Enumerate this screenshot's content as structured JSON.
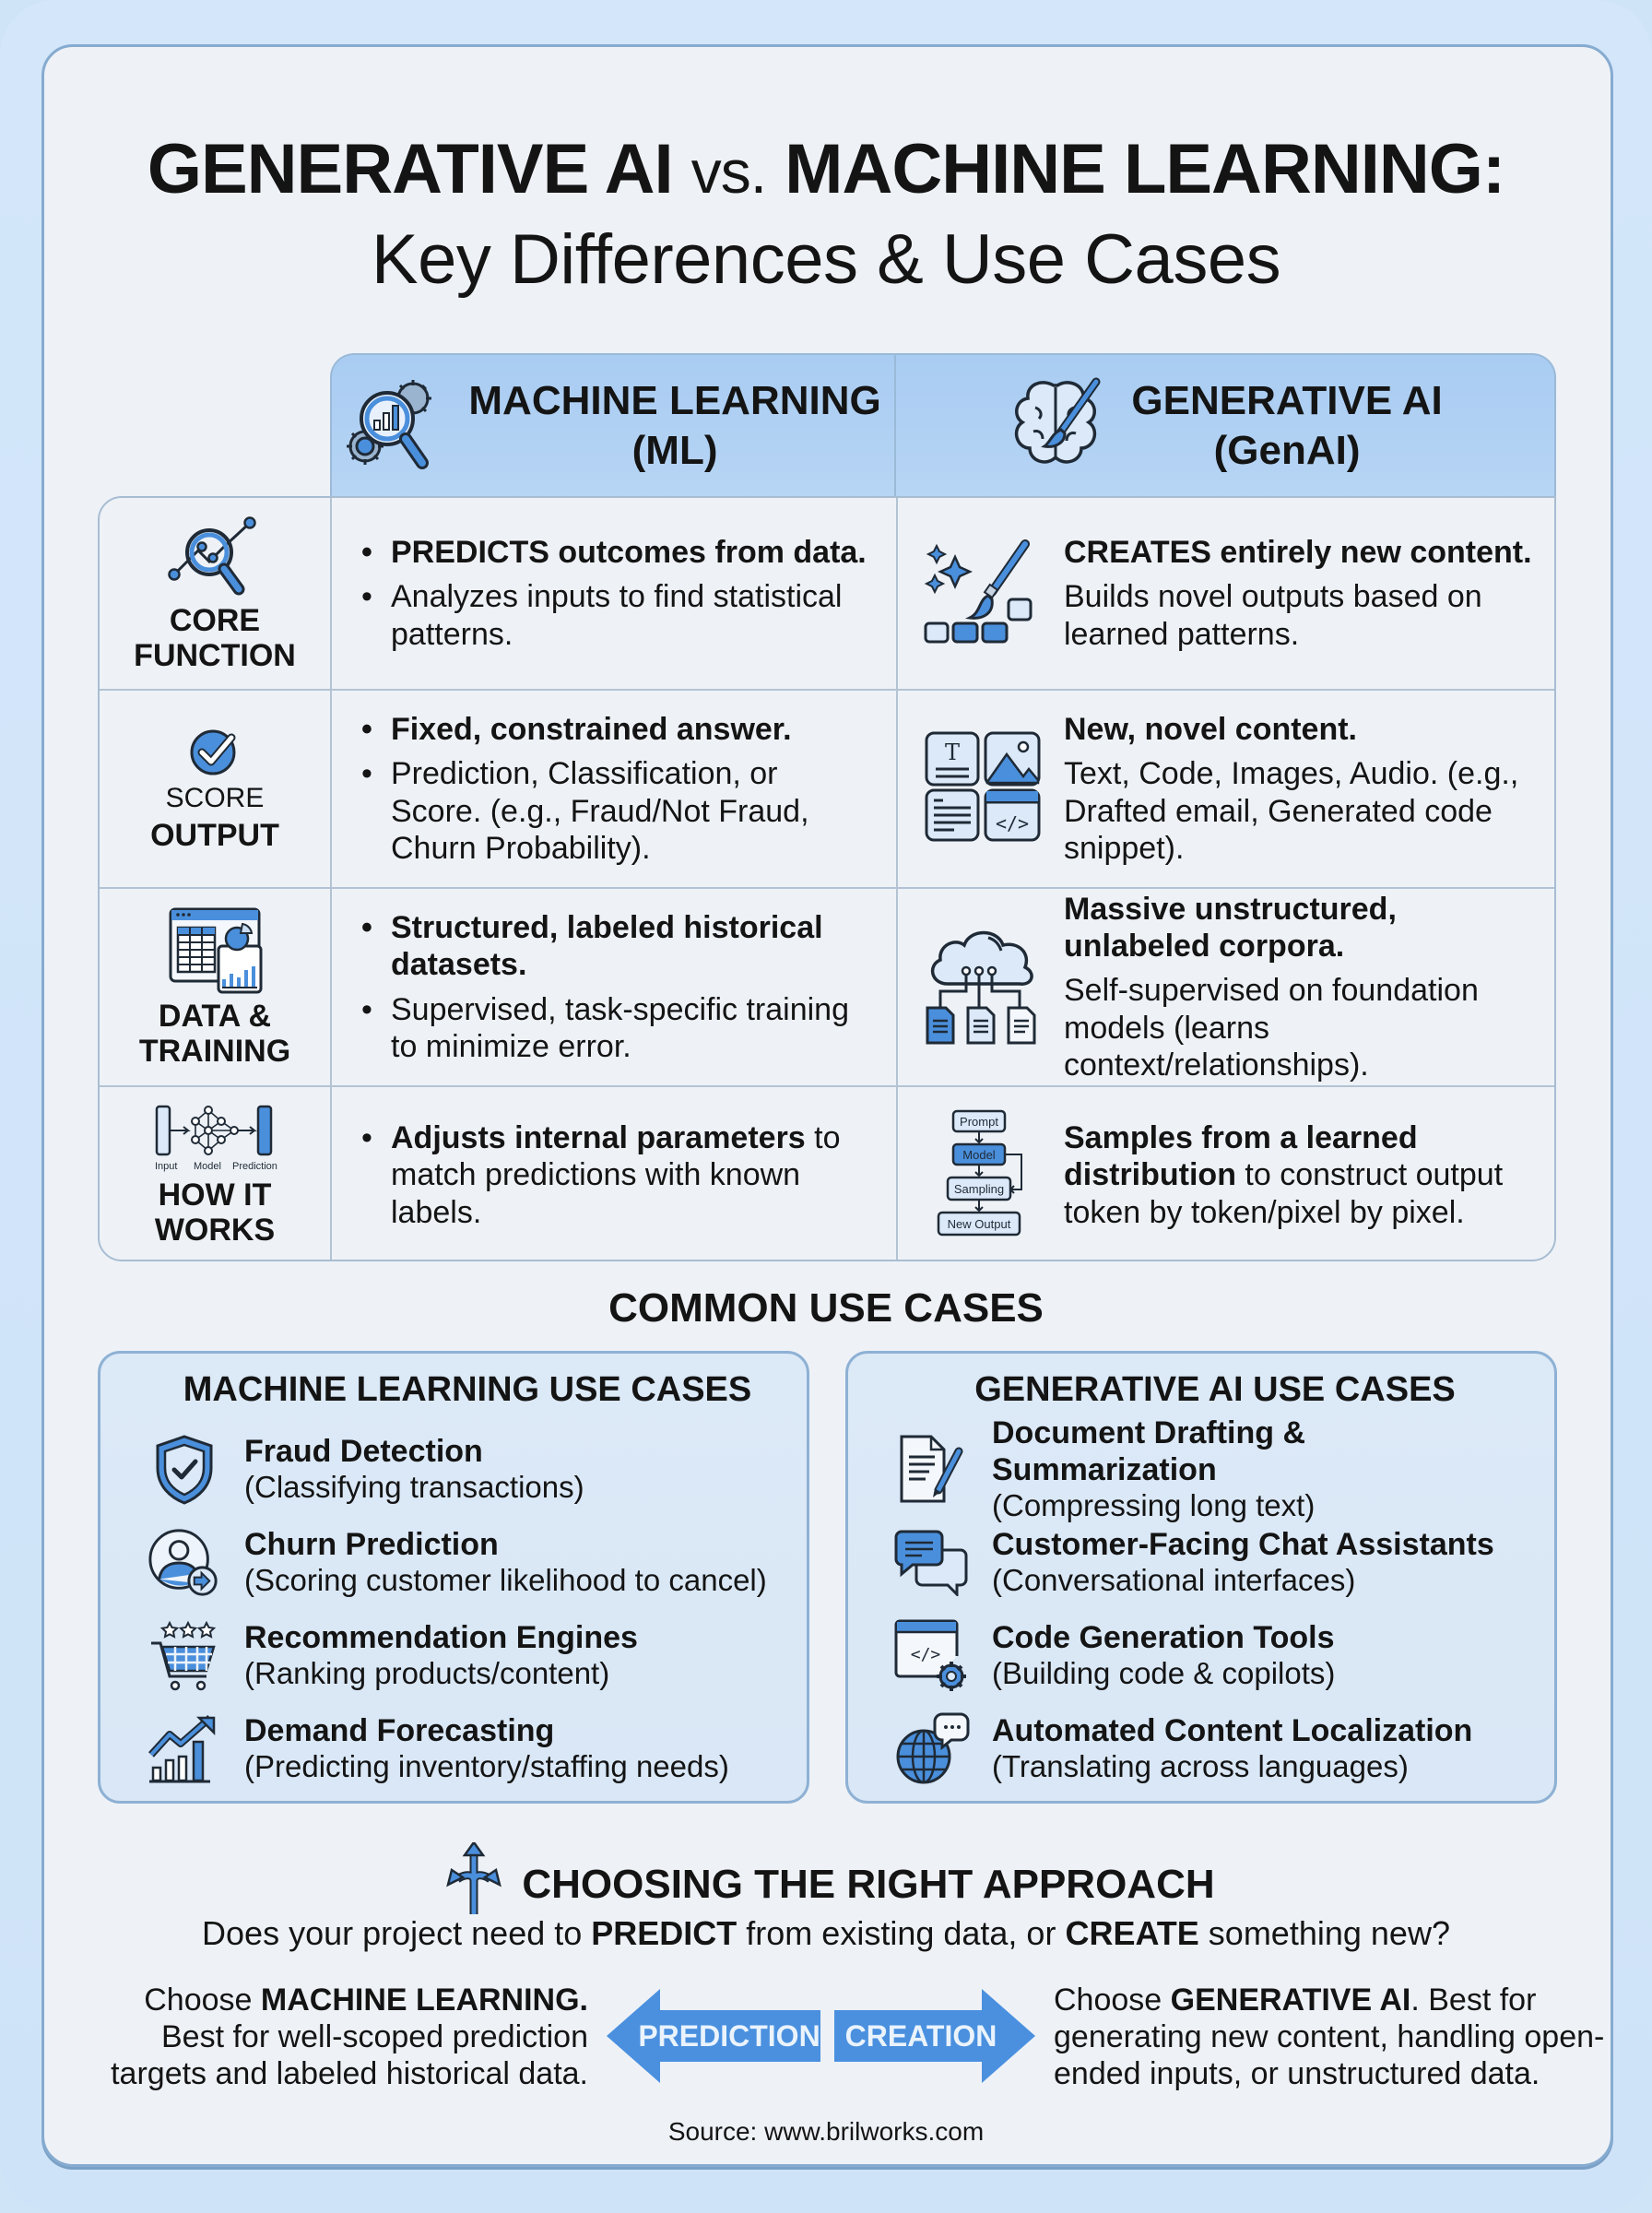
{
  "title": {
    "part1": "GENERATIVE AI",
    "vs": "vs.",
    "part2": "MACHINE LEARNING:",
    "subtitle": "Key Differences & Use Cases"
  },
  "colors": {
    "accent_blue": "#4a8fdc",
    "header_fill": "#afd0f3",
    "card_bg": "#eef2f7",
    "outer_bg": "#d0e4f8",
    "text": "#141414"
  },
  "table": {
    "columns": [
      {
        "line1": "MACHINE LEARNING",
        "line2": "(ML)",
        "icon": "magnifier-gears-icon"
      },
      {
        "line1": "GENERATIVE AI",
        "line2": "(GenAI)",
        "icon": "brain-paintbrush-icon"
      }
    ],
    "rows": [
      {
        "label_line1": "CORE",
        "label_line2": "FUNCTION",
        "icon": "magnifier-trend-icon",
        "ml": {
          "bullet1_bold": "PREDICTS outcomes from data.",
          "bullet2": "Analyzes inputs to find statistical patterns."
        },
        "gen": {
          "icon": "sparkles-paintbrush-blocks-icon",
          "head": "CREATES entirely new content.",
          "body": "Builds novel outputs based on learned patterns."
        }
      },
      {
        "label_small": "SCORE",
        "label_line1": "OUTPUT",
        "icon": "check-circle-icon",
        "ml": {
          "bullet1_bold": "Fixed, constrained answer.",
          "bullet2": "Prediction, Classification, or Score. (e.g., Fraud/Not Fraud, Churn Probability)."
        },
        "gen": {
          "icon": "media-types-grid-icon",
          "head": "New, novel content.",
          "body": "Text, Code, Images, Audio. (e.g., Drafted email, Generated code snippet)."
        }
      },
      {
        "label_line1": "DATA &",
        "label_line2": "TRAINING",
        "icon": "spreadsheet-chart-icon",
        "ml": {
          "bullet1_bold": "Structured, labeled historical datasets.",
          "bullet2": "Supervised, task-specific training to minimize error."
        },
        "gen": {
          "icon": "cloud-documents-icon",
          "head": "Massive unstructured, unlabeled corpora.",
          "body": "Self-supervised on foundation models (learns context/relationships)."
        }
      },
      {
        "label_line1": "HOW IT",
        "label_line2": "WORKS",
        "icon": "input-model-prediction-icon",
        "diagram_labels": [
          "Input",
          "Model",
          "Prediction"
        ],
        "ml": {
          "bullet1_bold": "Adjusts internal parameters",
          "bullet1_rest": " to match predictions with known labels."
        },
        "gen": {
          "icon": "prompt-flow-icon",
          "flow_labels": [
            "Prompt",
            "Model",
            "Sampling",
            "New Output"
          ],
          "head_bold": "Samples from a learned distribution",
          "head_rest": " to construct output token by token/pixel by pixel."
        }
      }
    ]
  },
  "use_cases": {
    "heading": "COMMON USE CASES",
    "ml": {
      "title": "MACHINE LEARNING USE CASES",
      "items": [
        {
          "name": "Fraud Detection",
          "desc": "(Classifying transactions)",
          "icon": "shield-check-icon"
        },
        {
          "name": "Churn Prediction",
          "desc": "(Scoring customer likelihood to cancel)",
          "icon": "user-exit-icon"
        },
        {
          "name": "Recommendation Engines",
          "desc": "(Ranking products/content)",
          "icon": "cart-stars-icon"
        },
        {
          "name": "Demand Forecasting",
          "desc": "(Predicting inventory/staffing needs)",
          "icon": "growth-chart-icon"
        }
      ]
    },
    "gen": {
      "title": "GENERATIVE AI USE CASES",
      "items": [
        {
          "name": "Document Drafting & Summarization",
          "desc": "(Compressing long text)",
          "icon": "document-pen-icon"
        },
        {
          "name": "Customer-Facing Chat Assistants",
          "desc": "(Conversational interfaces)",
          "icon": "chat-bubbles-icon"
        },
        {
          "name": "Code Generation Tools",
          "desc": "(Building code & copilots)",
          "icon": "code-window-gear-icon"
        },
        {
          "name": "Automated Content Localization",
          "desc": "(Translating across languages)",
          "icon": "globe-chat-icon"
        }
      ]
    }
  },
  "choosing": {
    "heading": "CHOOSING THE RIGHT APPROACH",
    "question_pre": "Does your project need to ",
    "question_predict": "PREDICT",
    "question_mid": " from existing data, or ",
    "question_create": "CREATE",
    "question_post": " something new?",
    "left_pre": "Choose ",
    "left_bold": "MACHINE LEARNING.",
    "left_body": "Best for well-scoped prediction targets and labeled historical data.",
    "right_pre": "Choose ",
    "right_bold": "GENERATIVE AI",
    "right_body": ". Best for generating new content, handling open-ended inputs, or unstructured data.",
    "arrow_left": "PREDICTION",
    "arrow_right": "CREATION"
  },
  "source": "Source: www.brilworks.com"
}
